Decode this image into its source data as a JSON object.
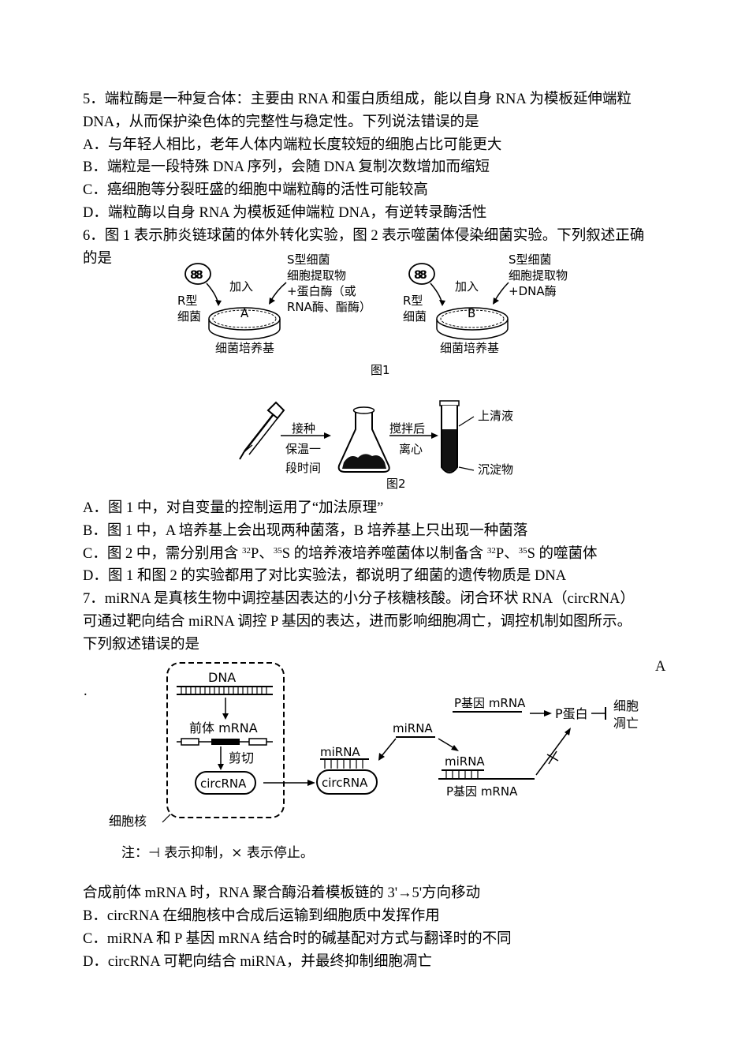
{
  "q5": {
    "stem_1": "5．端粒酶是一种复合体：主要由 RNA 和蛋白质组成，能以自身 RNA 为模板延伸端粒",
    "stem_2": "DNA，从而保护染色体的完整性与稳定性。下列说法错误的是",
    "opt_a": "A．与年轻人相比，老年人体内端粒长度较短的细胞占比可能更大",
    "opt_b": "B．端粒是一段特殊 DNA 序列，会随 DNA 复制次数增加而缩短",
    "opt_c": "C．癌细胞等分裂旺盛的细胞中端粒酶的活性可能较高",
    "opt_d": "D．端粒酶以自身 RNA 为模板延伸端粒 DNA，有逆转录酶活性"
  },
  "q6": {
    "stem_1": "6．图 1 表示肺炎链球菌的体外转化实验，图 2 表示噬菌体侵染细菌实验。下列叙述正确",
    "stem_2": "的是",
    "fig1": {
      "r_label_1": "R型",
      "r_label_2": "细菌",
      "add": "加入",
      "dish_a": "A",
      "dish_b": "B",
      "s_left_1": "S型细菌",
      "s_left_2": "细胞提取物",
      "s_left_3": "+蛋白酶（或",
      "s_left_4": "RNA酶、酯酶）",
      "s_right_1": "S型细菌",
      "s_right_2": "细胞提取物",
      "s_right_3": "+DNA酶",
      "medium": "细菌培养基",
      "caption": "图1"
    },
    "fig2": {
      "step1_1": "接种",
      "step1_2": "保温一",
      "step1_3": "段时间",
      "step2_1": "搅拌后",
      "step2_2": "离心",
      "supernatant": "上清液",
      "sediment": "沉淀物",
      "caption": "图2"
    },
    "opt_a": "A．图 1 中，对自变量的控制运用了“加法原理”",
    "opt_b": "B．图 1 中，A 培养基上会出现两种菌落，B 培养基上只出现一种菌落",
    "opt_c_1": "C．图 2 中，需分别用含 ",
    "opt_c_sup1": "32",
    "opt_c_2": "P、",
    "opt_c_sup2": "35",
    "opt_c_3": "S 的培养液培养噬菌体以制备含 ",
    "opt_c_sup3": "32",
    "opt_c_4": "P、",
    "opt_c_sup4": "35",
    "opt_c_5": "S 的噬菌体",
    "opt_d": "D．图 1 和图 2 的实验都用了对比实验法，都说明了细菌的遗传物质是 DNA"
  },
  "q7": {
    "stem_1": "7．miRNA 是真核生物中调控基因表达的小分子核糖核酸。闭合环状 RNA（circRNA）",
    "stem_2": "可通过靶向结合 miRNA 调控 P 基因的表达，进而影响细胞凋亡，调控机制如图所示。",
    "stem_3": "下列叙述错误的是",
    "opt_a_letter": "A",
    "opt_a_dot": ".",
    "fig": {
      "dna": "DNA",
      "pre_mrna": "前体 mRNA",
      "cut": "剪切",
      "circ": "circRNA",
      "nucleus": "细胞核",
      "mirna_mid": "miRNA",
      "mirna_bound": "miRNA",
      "circ_bound": "circRNA",
      "p_mrna_top": "P基因 mRNA",
      "p_protein": "P蛋白",
      "apoptosis_1": "细胞",
      "apoptosis_2": "凋亡",
      "mirna_p": "miRNA",
      "p_mrna_bottom": "P基因 mRNA",
      "note": "注：⊣ 表示抑制，× 表示停止。"
    },
    "opt_a_text": "合成前体 mRNA 时，RNA 聚合酶沿着模板链的 3'→5'方向移动",
    "opt_b": "B．circRNA 在细胞核中合成后运输到细胞质中发挥作用",
    "opt_c": "C．miRNA 和 P 基因 mRNA 结合时的碱基配对方式与翻译时的不同",
    "opt_d": "D．circRNA 可靶向结合 miRNA，并最终抑制细胞凋亡"
  }
}
